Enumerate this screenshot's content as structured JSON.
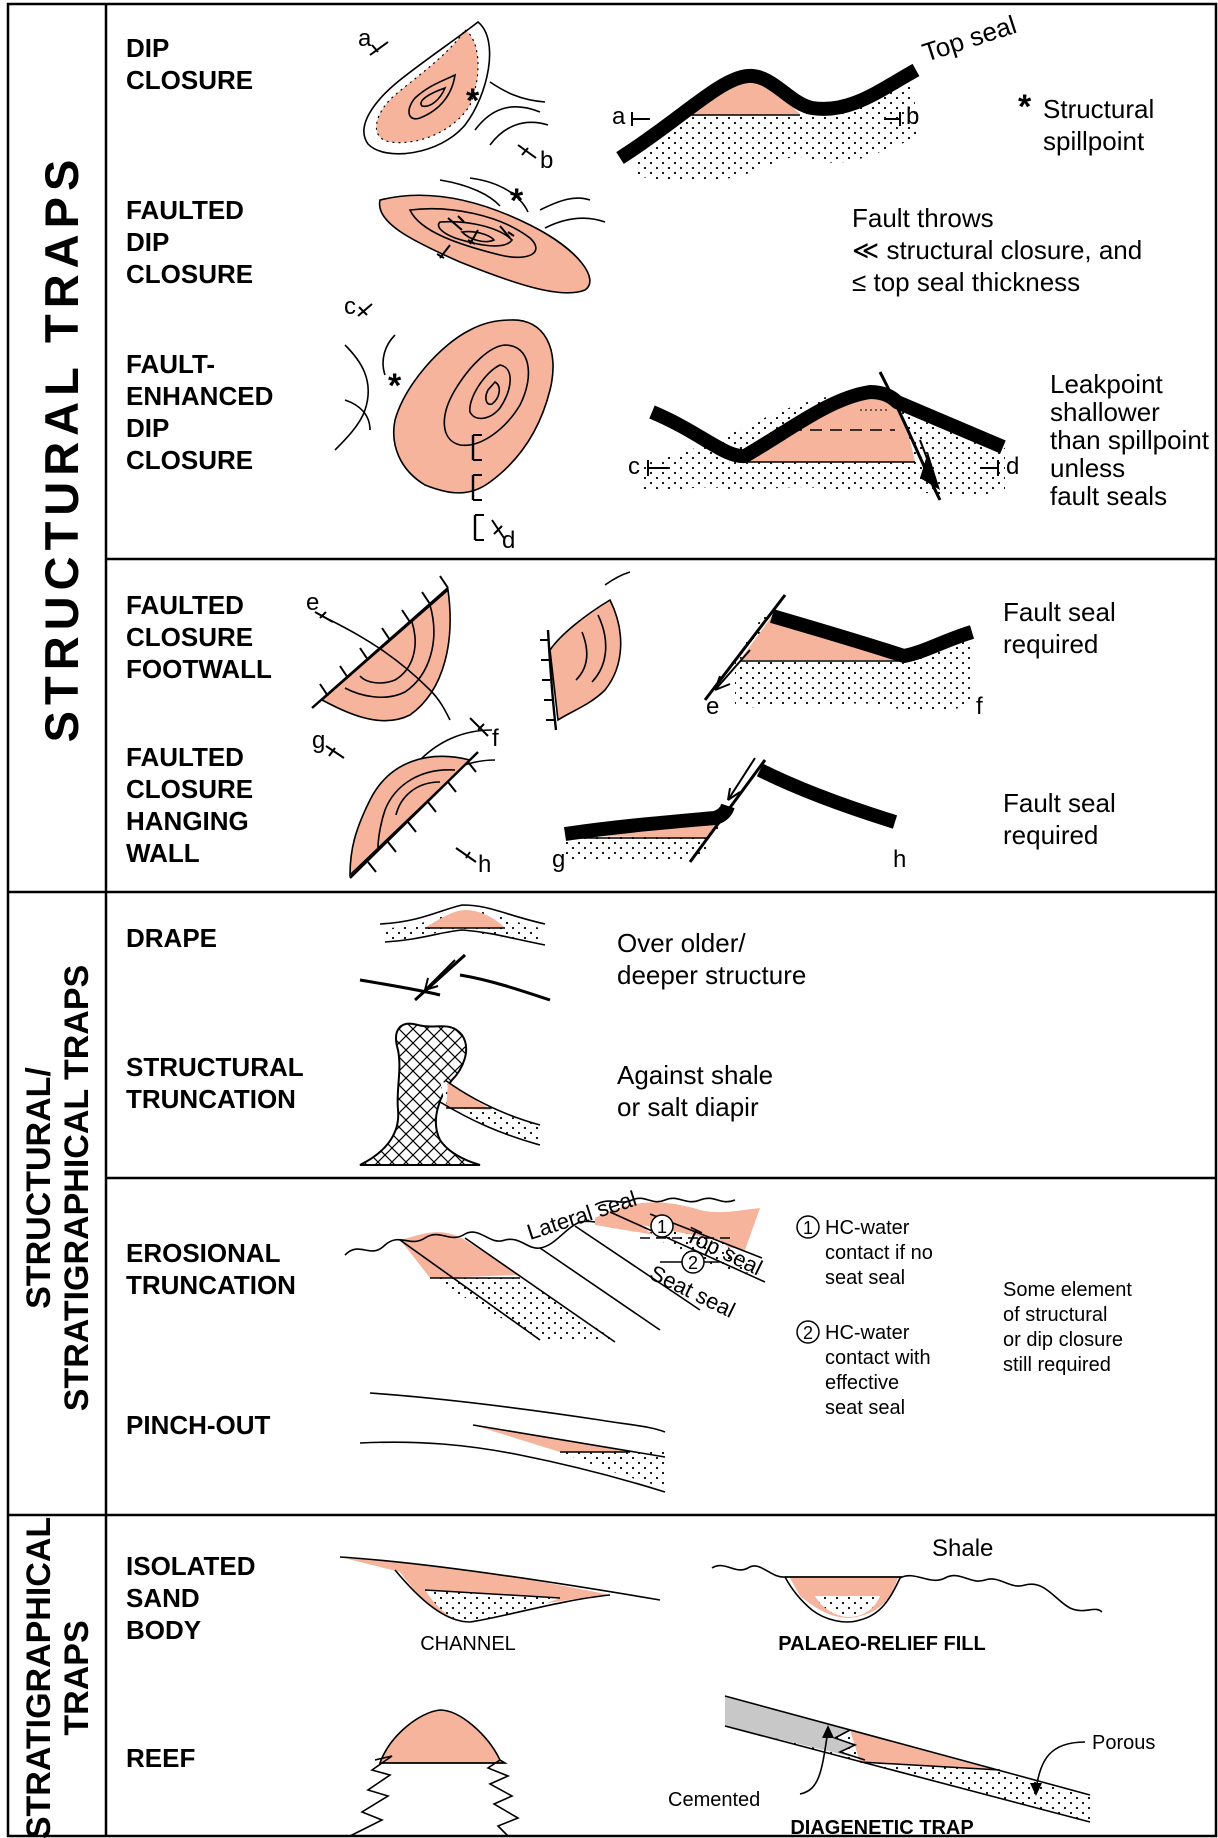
{
  "sections": {
    "structural": "STRUCTURAL TRAPS",
    "structural_stratigraphical_line1": "STRUCTURAL/",
    "structural_stratigraphical_line2": "STRATIGRAPHICAL TRAPS",
    "stratigraphical_line1": "STRATIGRAPHICAL",
    "stratigraphical_line2": "TRAPS"
  },
  "rows": {
    "dip_closure": [
      "DIP",
      "CLOSURE"
    ],
    "faulted_dip_closure": [
      "FAULTED",
      "DIP",
      "CLOSURE"
    ],
    "fault_enhanced": [
      "FAULT-",
      "ENHANCED",
      "DIP",
      "CLOSURE"
    ],
    "faulted_footwall": [
      "FAULTED",
      "CLOSURE",
      "FOOTWALL"
    ],
    "faulted_hanging": [
      "FAULTED",
      "CLOSURE",
      "HANGING",
      "WALL"
    ],
    "drape": [
      "DRAPE"
    ],
    "structural_truncation": [
      "STRUCTURAL",
      "TRUNCATION"
    ],
    "erosional_truncation": [
      "EROSIONAL",
      "TRUNCATION"
    ],
    "pinch_out": [
      "PINCH-OUT"
    ],
    "isolated_sand": [
      "ISOLATED",
      "SAND",
      "BODY"
    ],
    "reef": [
      "REEF"
    ]
  },
  "notes": {
    "top_seal": "Top seal",
    "spill_star": "*",
    "spillpoint": [
      "Structural",
      "spillpoint"
    ],
    "fault_throws": [
      "Fault throws",
      "≪ structural closure, and",
      "≤ top seal thickness"
    ],
    "leakpoint": [
      "Leakpoint",
      "shallower",
      "than spillpoint",
      "unless",
      "fault seals"
    ],
    "fault_seal_1": [
      "Fault seal",
      "required"
    ],
    "fault_seal_2": [
      "Fault seal",
      "required"
    ],
    "drape_note": [
      "Over older/",
      "deeper structure"
    ],
    "diapir_note": [
      "Against shale",
      "or salt diapir"
    ],
    "lateral_seal": "Lateral seal",
    "top_seal_2": "Top seal",
    "seat_seal": "Seat seal",
    "hc1_num": "1",
    "hc2_num": "2",
    "hc1": [
      "HC-water",
      "contact if no",
      "seat seal"
    ],
    "hc2": [
      "HC-water",
      "contact with",
      "effective",
      "seat seal"
    ],
    "element": [
      "Some element",
      "of structural",
      "or dip closure",
      "still required"
    ],
    "shale": "Shale",
    "channel": "CHANNEL",
    "palaeo": "PALAEO-RELIEF FILL",
    "porous": "Porous",
    "cemented": "Cemented",
    "diagenetic": "DIAGENETIC TRAP"
  },
  "section_letters": {
    "a": "a",
    "b": "b",
    "c": "c",
    "d": "d",
    "e": "e",
    "f": "f",
    "g": "g",
    "h": "h"
  },
  "colors": {
    "hydrocarbon": "#f6b49c",
    "cemented": "#c8c8c8",
    "line": "#000000"
  }
}
